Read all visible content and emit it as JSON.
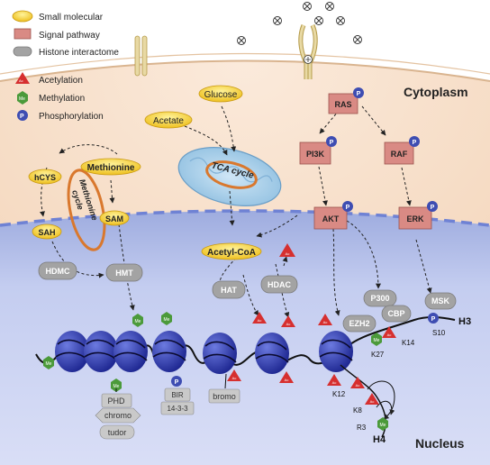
{
  "legend": {
    "small_molecular": "Small molecular",
    "signal_pathway": "Signal pathway",
    "histone_interactome": "Histone interactome",
    "acetylation": "Acetylation",
    "methylation": "Methylation",
    "phosphorylation": "Phosphorylation"
  },
  "regions": {
    "cytoplasm": "Cytoplasm",
    "nucleus": "Nucleus"
  },
  "metabolites": {
    "glucose": "Glucose",
    "acetate": "Acetate",
    "methionine": "Methionine",
    "hcys": "hCYS",
    "sam": "SAM",
    "sah": "SAH",
    "acetyl_coa": "Acetyl-CoA"
  },
  "cycles": {
    "tca": "TCA cycle",
    "methionine_line1": "Methionine",
    "methionine_line2": "cycle"
  },
  "signaling": {
    "ras": "RAS",
    "pi3k": "PI3K",
    "raf": "RAF",
    "akt": "AKT",
    "erk": "ERK"
  },
  "histone_factors": {
    "hdmc": "HDMC",
    "hmt": "HMT",
    "hat": "HAT",
    "hdac": "HDAC",
    "p300": "P300",
    "cbp": "CBP",
    "ezh2": "EZH2",
    "msk": "MSK"
  },
  "readers": {
    "phd": "PHD",
    "chromo": "chromo",
    "tudor": "tudor",
    "bir": "BIR",
    "p1433": "14-3-3",
    "bromo": "bromo"
  },
  "tail_labels": {
    "h3": "H3",
    "h4": "H4",
    "k27": "K27",
    "k14": "K14",
    "s10": "S10",
    "k12": "K12",
    "k8": "K8",
    "r3": "R3"
  },
  "marks": {
    "me": "Me",
    "p": "P",
    "ac": "Ac"
  },
  "colors": {
    "cytoplasm": "#f6dcc3",
    "nucleus": "#b8c4ea",
    "molecule_fill": "#f7d33c",
    "signal_fill": "#d98a84",
    "histone_fill": "#a3a3a3",
    "nucleosome": "#2f3bb0",
    "acetyl": "#d62f2f",
    "methyl": "#4b9a3a",
    "phospho": "#3e4db2",
    "cycle_arrow": "#d9782e"
  }
}
